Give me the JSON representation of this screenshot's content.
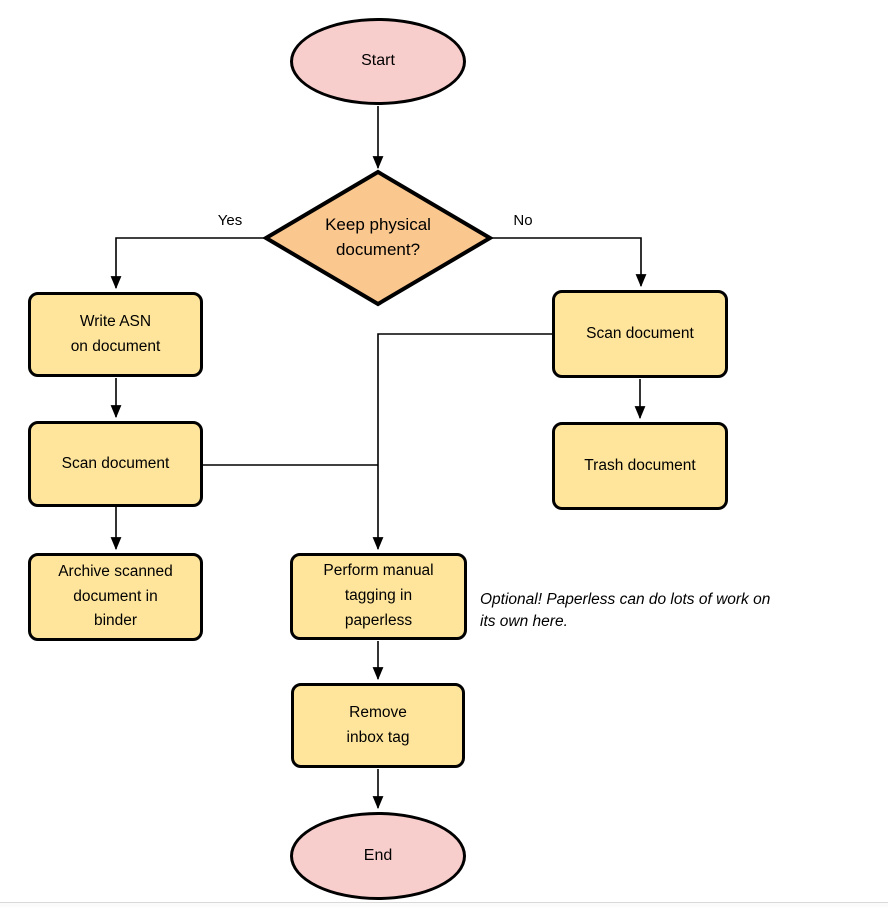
{
  "colors": {
    "terminal_fill": "#F8CECC",
    "decision_fill": "#FAC78F",
    "process_fill": "#FFE59C",
    "stroke": "#000000"
  },
  "nodes": {
    "start": {
      "type": "terminal",
      "label": "Start"
    },
    "decision": {
      "type": "decision",
      "label": "Keep physical\ndocument?"
    },
    "write_asn": {
      "type": "process",
      "label": "Write ASN\non document"
    },
    "scan_left": {
      "type": "process",
      "label": "Scan document"
    },
    "archive": {
      "type": "process",
      "label": "Archive scanned\ndocument in\nbinder"
    },
    "scan_right": {
      "type": "process",
      "label": "Scan document"
    },
    "trash": {
      "type": "process",
      "label": "Trash document"
    },
    "tagging": {
      "type": "process",
      "label": "Perform manual\ntagging in\npaperless"
    },
    "remove_inbox": {
      "type": "process",
      "label": "Remove\ninbox tag"
    },
    "end": {
      "type": "terminal",
      "label": "End"
    }
  },
  "edge_labels": {
    "yes": "Yes",
    "no": "No"
  },
  "edges": [
    {
      "from": "start",
      "to": "decision"
    },
    {
      "from": "decision",
      "to": "write_asn",
      "label": "Yes"
    },
    {
      "from": "decision",
      "to": "scan_right",
      "label": "No"
    },
    {
      "from": "write_asn",
      "to": "scan_left"
    },
    {
      "from": "scan_left",
      "to": "archive"
    },
    {
      "from": "scan_left",
      "to": "tagging"
    },
    {
      "from": "scan_right",
      "to": "trash"
    },
    {
      "from": "scan_right",
      "to": "tagging"
    },
    {
      "from": "tagging",
      "to": "remove_inbox"
    },
    {
      "from": "remove_inbox",
      "to": "end"
    }
  ],
  "annotation": {
    "text": "Optional! Paperless can do lots of work on\nits own here."
  }
}
